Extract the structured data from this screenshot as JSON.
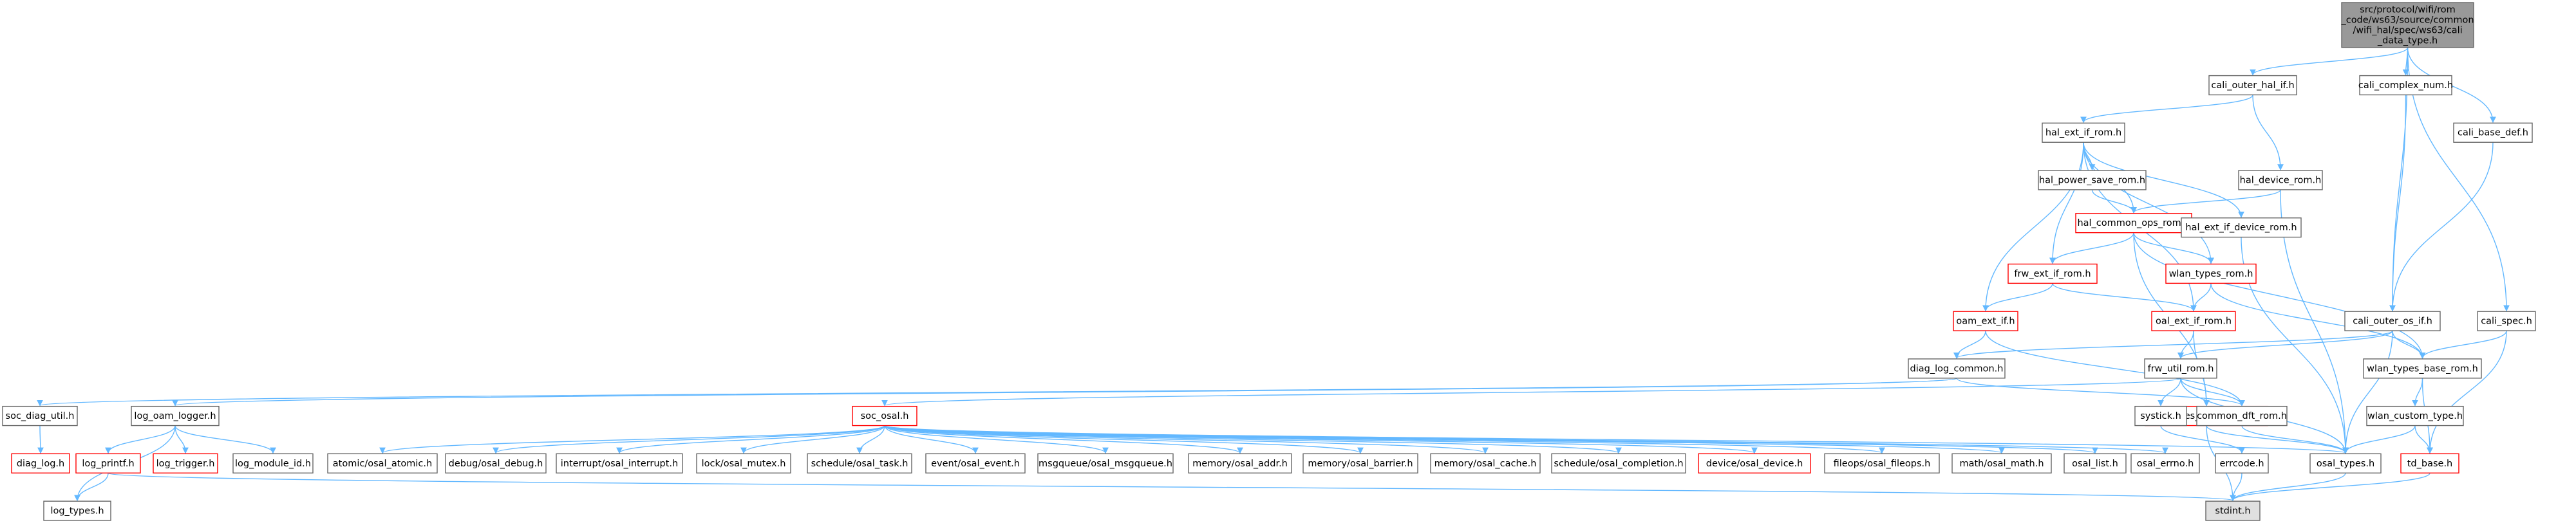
{
  "colors": {
    "edge": "#63b8ff",
    "normal_border": "#666666",
    "red_border": "#ff0000",
    "text": "#000000",
    "root_fill": "#999999",
    "root_border": "#666666",
    "highlight_fill": "#e0e0e0",
    "background": "#ffffff"
  },
  "nodes": [
    {
      "id": "root",
      "lines": [
        "src/protocol/wifi/rom",
        "_code/ws63/source/common",
        "/wifi_hal/spec/ws63/cali",
        "_data_type.h"
      ],
      "style": "root"
    },
    {
      "id": "cali_outer_hal_if",
      "lines": [
        "cali_outer_hal_if.h"
      ],
      "style": "normal"
    },
    {
      "id": "cali_complex_num",
      "lines": [
        "cali_complex_num.h"
      ],
      "style": "normal"
    },
    {
      "id": "cali_base_def",
      "lines": [
        "cali_base_def.h"
      ],
      "style": "normal"
    },
    {
      "id": "hal_ext_if_rom",
      "lines": [
        "hal_ext_if_rom.h"
      ],
      "style": "normal"
    },
    {
      "id": "hal_power_save_rom",
      "lines": [
        "hal_power_save_rom.h"
      ],
      "style": "normal"
    },
    {
      "id": "hal_device_rom",
      "lines": [
        "hal_device_rom.h"
      ],
      "style": "normal"
    },
    {
      "id": "hal_common_ops_rom",
      "lines": [
        "hal_common_ops_rom.h"
      ],
      "style": "red"
    },
    {
      "id": "hal_ext_if_device_rom",
      "lines": [
        "hal_ext_if_device_rom.h"
      ],
      "style": "normal"
    },
    {
      "id": "frw_ext_if_rom",
      "lines": [
        "frw_ext_if_rom.h"
      ],
      "style": "red"
    },
    {
      "id": "wlan_types_rom",
      "lines": [
        "wlan_types_rom.h"
      ],
      "style": "red"
    },
    {
      "id": "oam_ext_if",
      "lines": [
        "oam_ext_if.h"
      ],
      "style": "red"
    },
    {
      "id": "oal_ext_if_rom",
      "lines": [
        "oal_ext_if_rom.h"
      ],
      "style": "red"
    },
    {
      "id": "cali_outer_os_if",
      "lines": [
        "cali_outer_os_if.h"
      ],
      "style": "normal"
    },
    {
      "id": "cali_spec",
      "lines": [
        "cali_spec.h"
      ],
      "style": "normal"
    },
    {
      "id": "diag_log_common",
      "lines": [
        "diag_log_common.h"
      ],
      "style": "normal"
    },
    {
      "id": "frw_util_rom",
      "lines": [
        "frw_util_rom.h"
      ],
      "style": "normal"
    },
    {
      "id": "wlan_types_base_rom",
      "lines": [
        "wlan_types_base_rom.h"
      ],
      "style": "normal"
    },
    {
      "id": "soc_diag_util",
      "lines": [
        "soc_diag_util.h"
      ],
      "style": "normal"
    },
    {
      "id": "log_oam_logger",
      "lines": [
        "log_oam_logger.h"
      ],
      "style": "normal"
    },
    {
      "id": "soc_osal",
      "lines": [
        "soc_osal.h"
      ],
      "style": "red"
    },
    {
      "id": "oal_types_device_rom",
      "lines": [
        "oal_types_device_rom.h"
      ],
      "style": "red"
    },
    {
      "id": "wlan_custom_type",
      "lines": [
        "wlan_custom_type.h"
      ],
      "style": "normal"
    },
    {
      "id": "diag_log",
      "lines": [
        "diag_log.h"
      ],
      "style": "red"
    },
    {
      "id": "log_printf",
      "lines": [
        "log_printf.h"
      ],
      "style": "red"
    },
    {
      "id": "log_trigger",
      "lines": [
        "log_trigger.h"
      ],
      "style": "red"
    },
    {
      "id": "log_module_id",
      "lines": [
        "log_module_id.h"
      ],
      "style": "normal"
    },
    {
      "id": "systick",
      "lines": [
        "systick.h"
      ],
      "style": "normal"
    },
    {
      "id": "common_dft_rom",
      "lines": [
        "common_dft_rom.h"
      ],
      "style": "normal"
    },
    {
      "id": "atomic",
      "lines": [
        "atomic/osal_atomic.h"
      ],
      "style": "normal"
    },
    {
      "id": "debug",
      "lines": [
        "debug/osal_debug.h"
      ],
      "style": "normal"
    },
    {
      "id": "interrupt",
      "lines": [
        "interrupt/osal_interrupt.h"
      ],
      "style": "normal"
    },
    {
      "id": "lock",
      "lines": [
        "lock/osal_mutex.h"
      ],
      "style": "normal"
    },
    {
      "id": "schedule_task",
      "lines": [
        "schedule/osal_task.h"
      ],
      "style": "normal"
    },
    {
      "id": "event",
      "lines": [
        "event/osal_event.h"
      ],
      "style": "normal"
    },
    {
      "id": "msgqueue",
      "lines": [
        "msgqueue/osal_msgqueue.h"
      ],
      "style": "normal"
    },
    {
      "id": "mem_addr",
      "lines": [
        "memory/osal_addr.h"
      ],
      "style": "normal"
    },
    {
      "id": "mem_barrier",
      "lines": [
        "memory/osal_barrier.h"
      ],
      "style": "normal"
    },
    {
      "id": "mem_cache",
      "lines": [
        "memory/osal_cache.h"
      ],
      "style": "normal"
    },
    {
      "id": "schedule_completion",
      "lines": [
        "schedule/osal_completion.h"
      ],
      "style": "normal"
    },
    {
      "id": "device",
      "lines": [
        "device/osal_device.h"
      ],
      "style": "red"
    },
    {
      "id": "fileops",
      "lines": [
        "fileops/osal_fileops.h"
      ],
      "style": "normal"
    },
    {
      "id": "math",
      "lines": [
        "math/osal_math.h"
      ],
      "style": "normal"
    },
    {
      "id": "osal_list",
      "lines": [
        "osal_list.h"
      ],
      "style": "normal"
    },
    {
      "id": "osal_errno",
      "lines": [
        "osal_errno.h"
      ],
      "style": "normal"
    },
    {
      "id": "errcode",
      "lines": [
        "errcode.h"
      ],
      "style": "normal"
    },
    {
      "id": "osal_types",
      "lines": [
        "osal_types.h"
      ],
      "style": "normal"
    },
    {
      "id": "td_base",
      "lines": [
        "td_base.h"
      ],
      "style": "red"
    },
    {
      "id": "log_types",
      "lines": [
        "log_types.h"
      ],
      "style": "normal"
    },
    {
      "id": "stdint",
      "lines": [
        "stdint.h"
      ],
      "style": "highlight"
    }
  ],
  "edges": [
    [
      "root",
      "cali_outer_hal_if"
    ],
    [
      "root",
      "cali_complex_num"
    ],
    [
      "root",
      "cali_base_def"
    ],
    [
      "root",
      "cali_outer_os_if"
    ],
    [
      "root",
      "cali_spec"
    ],
    [
      "cali_outer_hal_if",
      "hal_ext_if_rom"
    ],
    [
      "cali_outer_hal_if",
      "hal_device_rom"
    ],
    [
      "cali_complex_num",
      "cali_outer_os_if"
    ],
    [
      "cali_base_def",
      "cali_outer_os_if"
    ],
    [
      "hal_ext_if_rom",
      "hal_power_save_rom"
    ],
    [
      "hal_ext_if_rom",
      "hal_common_ops_rom"
    ],
    [
      "hal_ext_if_rom",
      "hal_ext_if_device_rom"
    ],
    [
      "hal_ext_if_rom",
      "frw_ext_if_rom"
    ],
    [
      "hal_ext_if_rom",
      "wlan_types_rom"
    ],
    [
      "hal_ext_if_rom",
      "oam_ext_if"
    ],
    [
      "hal_ext_if_rom",
      "oal_ext_if_rom"
    ],
    [
      "hal_power_save_rom",
      "hal_common_ops_rom"
    ],
    [
      "hal_device_rom",
      "hal_common_ops_rom"
    ],
    [
      "hal_device_rom",
      "osal_types"
    ],
    [
      "hal_common_ops_rom",
      "frw_ext_if_rom"
    ],
    [
      "hal_common_ops_rom",
      "wlan_types_rom"
    ],
    [
      "hal_common_ops_rom",
      "oal_types_device_rom"
    ],
    [
      "hal_common_ops_rom",
      "wlan_types_base_rom"
    ],
    [
      "hal_ext_if_device_rom",
      "osal_types"
    ],
    [
      "frw_ext_if_rom",
      "oam_ext_if"
    ],
    [
      "frw_ext_if_rom",
      "oal_ext_if_rom"
    ],
    [
      "wlan_types_rom",
      "oal_ext_if_rom"
    ],
    [
      "wlan_types_rom",
      "wlan_types_base_rom"
    ],
    [
      "oam_ext_if",
      "diag_log_common"
    ],
    [
      "oam_ext_if",
      "common_dft_rom"
    ],
    [
      "oal_ext_if_rom",
      "frw_util_rom"
    ],
    [
      "oal_ext_if_rom",
      "oal_types_device_rom"
    ],
    [
      "cali_outer_os_if",
      "diag_log_common"
    ],
    [
      "cali_outer_os_if",
      "frw_util_rom"
    ],
    [
      "cali_outer_os_if",
      "wlan_types_base_rom"
    ],
    [
      "cali_outer_os_if",
      "osal_types"
    ],
    [
      "cali_spec",
      "wlan_types_base_rom"
    ],
    [
      "cali_spec",
      "td_base"
    ],
    [
      "diag_log_common",
      "soc_diag_util"
    ],
    [
      "diag_log_common",
      "log_oam_logger"
    ],
    [
      "diag_log_common",
      "common_dft_rom"
    ],
    [
      "frw_util_rom",
      "soc_osal"
    ],
    [
      "frw_util_rom",
      "systick"
    ],
    [
      "frw_util_rom",
      "common_dft_rom"
    ],
    [
      "frw_util_rom",
      "osal_types"
    ],
    [
      "wlan_types_base_rom",
      "wlan_custom_type"
    ],
    [
      "wlan_types_base_rom",
      "td_base"
    ],
    [
      "soc_diag_util",
      "diag_log"
    ],
    [
      "log_oam_logger",
      "log_printf"
    ],
    [
      "log_oam_logger",
      "log_trigger"
    ],
    [
      "log_oam_logger",
      "log_module_id"
    ],
    [
      "log_oam_logger",
      "log_types"
    ],
    [
      "log_printf",
      "log_types"
    ],
    [
      "log_printf",
      "stdint"
    ],
    [
      "soc_osal",
      "atomic"
    ],
    [
      "soc_osal",
      "debug"
    ],
    [
      "soc_osal",
      "interrupt"
    ],
    [
      "soc_osal",
      "lock"
    ],
    [
      "soc_osal",
      "schedule_task"
    ],
    [
      "soc_osal",
      "event"
    ],
    [
      "soc_osal",
      "msgqueue"
    ],
    [
      "soc_osal",
      "mem_addr"
    ],
    [
      "soc_osal",
      "mem_barrier"
    ],
    [
      "soc_osal",
      "mem_cache"
    ],
    [
      "soc_osal",
      "schedule_completion"
    ],
    [
      "soc_osal",
      "device"
    ],
    [
      "soc_osal",
      "fileops"
    ],
    [
      "soc_osal",
      "math"
    ],
    [
      "soc_osal",
      "osal_list"
    ],
    [
      "soc_osal",
      "osal_errno"
    ],
    [
      "soc_osal",
      "osal_types"
    ],
    [
      "common_dft_rom",
      "osal_types"
    ],
    [
      "systick",
      "errcode"
    ],
    [
      "oal_types_device_rom",
      "osal_types"
    ],
    [
      "oal_types_device_rom",
      "stdint"
    ],
    [
      "wlan_custom_type",
      "td_base"
    ],
    [
      "wlan_custom_type",
      "osal_types"
    ],
    [
      "errcode",
      "stdint"
    ],
    [
      "td_base",
      "stdint"
    ],
    [
      "osal_types",
      "stdint"
    ]
  ]
}
